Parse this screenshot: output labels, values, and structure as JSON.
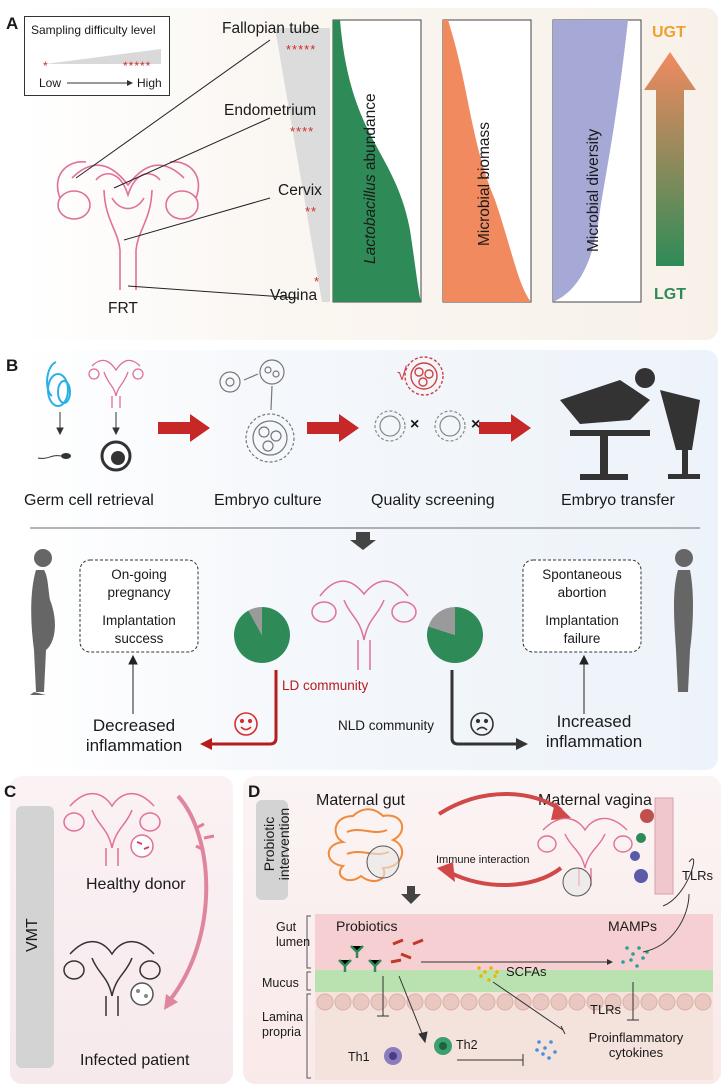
{
  "panel_a": {
    "label": "A",
    "legend": {
      "title": "Sampling difficulty level",
      "low_star": "*",
      "high_star": "*****",
      "low": "Low",
      "high": "High"
    },
    "sites": [
      {
        "name": "Fallopian tube",
        "stars": "*****"
      },
      {
        "name": "Endometrium",
        "stars": "****"
      },
      {
        "name": "Cervix",
        "stars": "**"
      },
      {
        "name": "Vagina",
        "stars": "*"
      }
    ],
    "frt": "FRT",
    "bars": [
      {
        "label_italic": "Lactobacillus",
        "label_rest": " abundance",
        "color": "#2e8b57"
      },
      {
        "label": "Microbial biomass",
        "color": "#f28a60"
      },
      {
        "label": "Microbial diversity",
        "color": "#a6a9d6"
      }
    ],
    "ugt": "UGT",
    "lgt": "LGT",
    "ugt_color": "#f0a030",
    "lgt_color": "#2e8b57"
  },
  "panel_b": {
    "label": "B",
    "steps": [
      "Germ cell retrieval",
      "Embryo culture",
      "Quality screening",
      "Embryo transfer"
    ],
    "check": "√",
    "cross": "×",
    "left_box": [
      "On-going",
      "pregnancy",
      "Implantation",
      "success"
    ],
    "right_box": [
      "Spontaneous",
      "abortion",
      "Implantation",
      "failure"
    ],
    "ld": "LD community",
    "nld": "NLD community",
    "left_outcome": [
      "Decreased",
      "inflammation"
    ],
    "right_outcome": [
      "Increased",
      "inflammation"
    ],
    "pies": [
      {
        "community": "LD",
        "values": [
          0.92,
          0.08
        ]
      },
      {
        "community": "NLD",
        "values": [
          0.8,
          0.2
        ]
      }
    ]
  },
  "panel_c": {
    "label": "C",
    "vmt": "VMT",
    "donor": "Healthy donor",
    "patient": "Infected patient"
  },
  "panel_d": {
    "label": "D",
    "intervention": [
      "Probiotic",
      "intervention"
    ],
    "gut": "Maternal gut",
    "vagina": "Maternal vagina",
    "immune": "Immune interaction",
    "tlrs": "TLRs",
    "layers": [
      [
        "Gut",
        "lumen"
      ],
      [
        "Mucus"
      ],
      [
        "Lamina",
        "propria"
      ]
    ],
    "probiotics": "Probiotics",
    "mamps": "MAMPs",
    "scfas": "SCFAs",
    "tlrs2": "TLRs",
    "th1": "Th1",
    "th2": "Th2",
    "cytokines": [
      "Proinflammatory",
      "cytokines"
    ]
  }
}
